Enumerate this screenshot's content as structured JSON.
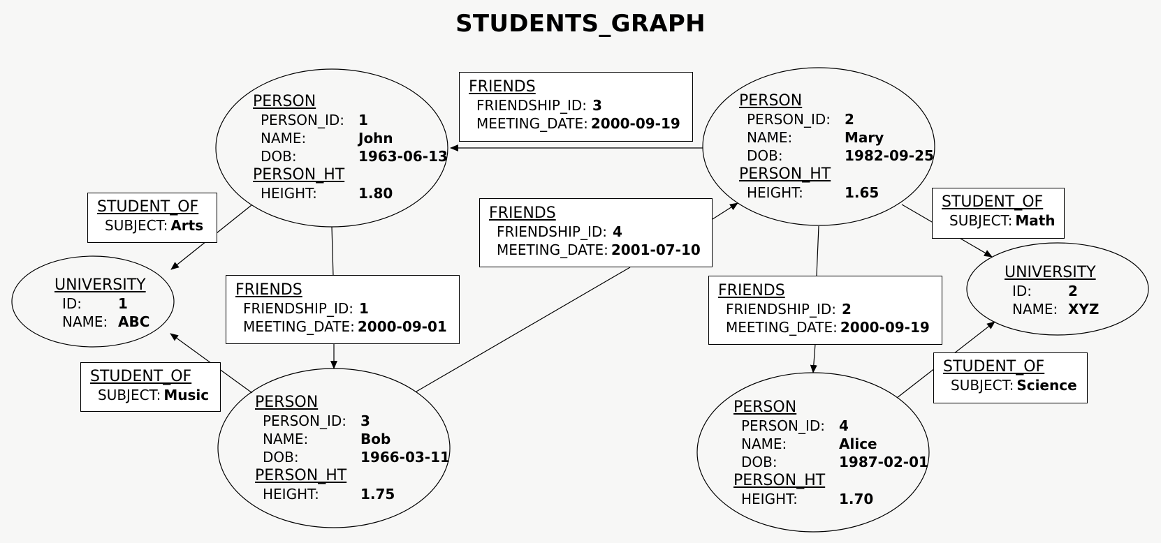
{
  "title": "STUDENTS_GRAPH",
  "persons": [
    {
      "id": "john",
      "label": "PERSON",
      "ht_label": "PERSON_HT",
      "fields": [
        {
          "k": "PERSON_ID:",
          "v": "1"
        },
        {
          "k": "NAME:",
          "v": "John"
        },
        {
          "k": "DOB:",
          "v": "1963-06-13"
        }
      ],
      "height": {
        "k": "HEIGHT:",
        "v": "1.80"
      }
    },
    {
      "id": "mary",
      "label": "PERSON",
      "ht_label": "PERSON_HT",
      "fields": [
        {
          "k": "PERSON_ID:",
          "v": "2"
        },
        {
          "k": "NAME:",
          "v": "Mary"
        },
        {
          "k": "DOB:",
          "v": "1982-09-25"
        }
      ],
      "height": {
        "k": "HEIGHT:",
        "v": "1.65"
      }
    },
    {
      "id": "bob",
      "label": "PERSON",
      "ht_label": "PERSON_HT",
      "fields": [
        {
          "k": "PERSON_ID:",
          "v": "3"
        },
        {
          "k": "NAME:",
          "v": "Bob"
        },
        {
          "k": "DOB:",
          "v": "1966-03-11"
        }
      ],
      "height": {
        "k": "HEIGHT:",
        "v": "1.75"
      }
    },
    {
      "id": "alice",
      "label": "PERSON",
      "ht_label": "PERSON_HT",
      "fields": [
        {
          "k": "PERSON_ID:",
          "v": "4"
        },
        {
          "k": "NAME:",
          "v": "Alice"
        },
        {
          "k": "DOB:",
          "v": "1987-02-01"
        }
      ],
      "height": {
        "k": "HEIGHT:",
        "v": "1.70"
      }
    }
  ],
  "universities": [
    {
      "id": "abc",
      "label": "UNIVERSITY",
      "fields": [
        {
          "k": "ID:",
          "v": "1"
        },
        {
          "k": "NAME:",
          "v": "ABC"
        }
      ]
    },
    {
      "id": "xyz",
      "label": "UNIVERSITY",
      "fields": [
        {
          "k": "ID:",
          "v": "2"
        },
        {
          "k": "NAME:",
          "v": "XYZ"
        }
      ]
    }
  ],
  "friends": [
    {
      "id": "f1",
      "label": "FRIENDS",
      "fields": [
        {
          "k": "FRIENDSHIP_ID:",
          "v": "1"
        },
        {
          "k": "MEETING_DATE:",
          "v": "2000-09-01"
        }
      ]
    },
    {
      "id": "f2",
      "label": "FRIENDS",
      "fields": [
        {
          "k": "FRIENDSHIP_ID:",
          "v": "2"
        },
        {
          "k": "MEETING_DATE:",
          "v": "2000-09-19"
        }
      ]
    },
    {
      "id": "f3",
      "label": "FRIENDS",
      "fields": [
        {
          "k": "FRIENDSHIP_ID:",
          "v": "3"
        },
        {
          "k": "MEETING_DATE:",
          "v": "2000-09-19"
        }
      ]
    },
    {
      "id": "f4",
      "label": "FRIENDS",
      "fields": [
        {
          "k": "FRIENDSHIP_ID:",
          "v": "4"
        },
        {
          "k": "MEETING_DATE:",
          "v": "2001-07-10"
        }
      ]
    }
  ],
  "student_of": [
    {
      "id": "s_john",
      "label": "STUDENT_OF",
      "field": {
        "k": "SUBJECT:",
        "v": "Arts"
      }
    },
    {
      "id": "s_bob",
      "label": "STUDENT_OF",
      "field": {
        "k": "SUBJECT:",
        "v": "Music"
      }
    },
    {
      "id": "s_mary",
      "label": "STUDENT_OF",
      "field": {
        "k": "SUBJECT:",
        "v": "Math"
      }
    },
    {
      "id": "s_alice",
      "label": "STUDENT_OF",
      "field": {
        "k": "SUBJECT:",
        "v": "Science"
      }
    }
  ]
}
